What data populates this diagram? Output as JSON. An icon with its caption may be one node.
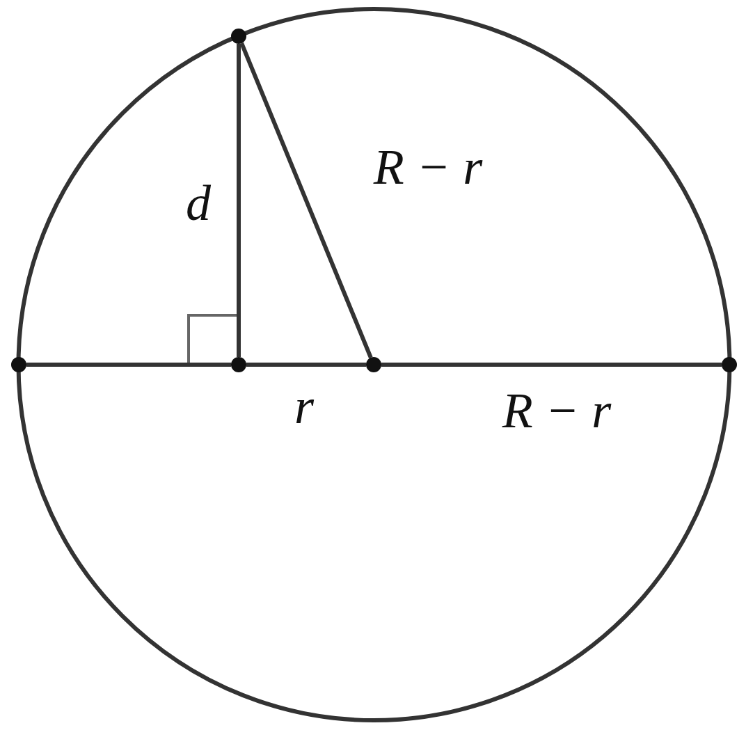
{
  "diagram": {
    "nodes": [
      {
        "text": [],
        "shape": "circle"
      },
      {
        "text": [],
        "shape": "circle"
      },
      {
        "text": [],
        "shape": "circle"
      },
      {
        "text": [],
        "shape": "circle"
      },
      {
        "text": [],
        "shape": "circle"
      }
    ],
    "edges": [
      {
        "from": 0,
        "to": 2,
        "arrow": "none",
        "label": "d"
      },
      {
        "from": 0,
        "to": 3,
        "arrow": "none",
        "label": "*R* − *r*"
      },
      {
        "from": 1,
        "to": 2,
        "arrow": "none"
      },
      {
        "from": 2,
        "to": 3,
        "arrow": "none",
        "label": "r"
      },
      {
        "from": 3,
        "to": 4,
        "arrow": "none",
        "label": "*R* − *r*"
      }
    ]
  }
}
